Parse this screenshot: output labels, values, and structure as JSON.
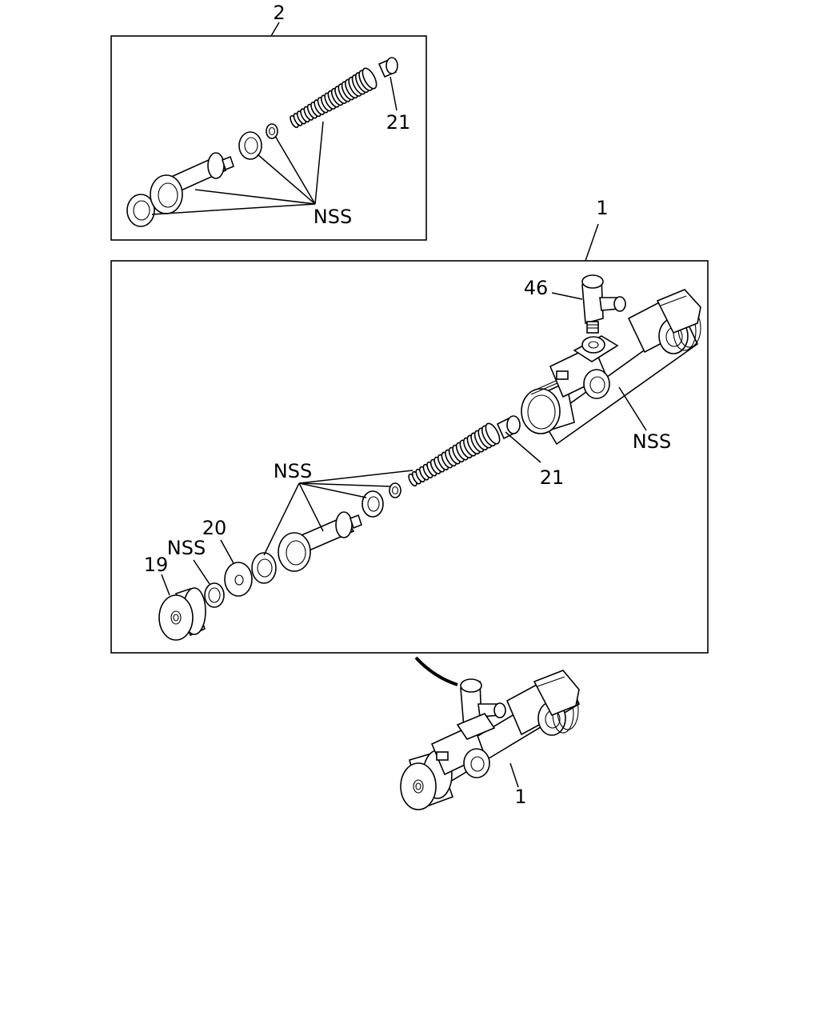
{
  "callouts": {
    "kit2": "2",
    "kit2_spring": "21",
    "kit2_nss": "NSS",
    "assy1": "1",
    "connector": "46",
    "body_nss": "NSS",
    "spring": "21",
    "internals_nss": "NSS",
    "washer": "20",
    "seal_nss": "NSS",
    "cap": "19",
    "assembled": "1"
  }
}
